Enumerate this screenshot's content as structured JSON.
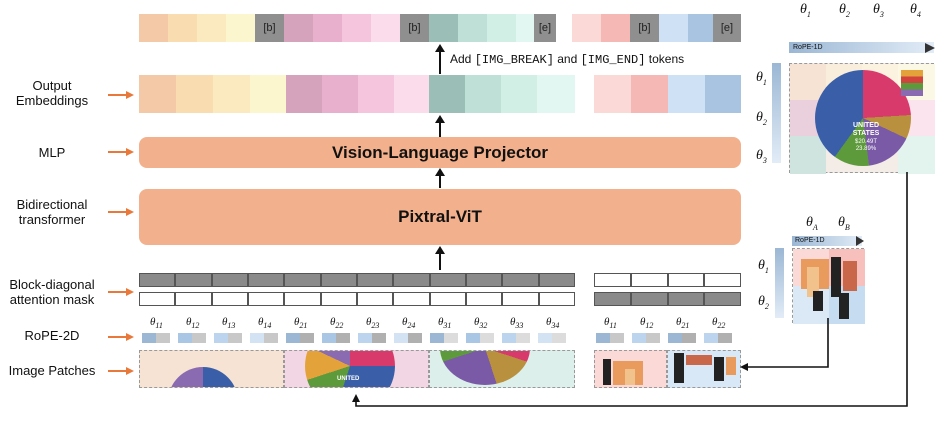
{
  "left_labels": {
    "output_embeddings": "Output\nEmbeddings",
    "mlp": "MLP",
    "bidirectional_transformer": "Bidirectional\ntransformer",
    "block_diagonal_mask": "Block-diagonal\nattention mask",
    "rope_2d": "RoPE-2D",
    "image_patches": "Image Patches"
  },
  "boxes": {
    "projector": "Vision-Language Projector",
    "vit": "Pixtral-ViT"
  },
  "tokens": {
    "break": "[b]",
    "end": "[e]"
  },
  "add_tokens_note": {
    "prefix": "Add ",
    "img_break": "[IMG_BREAK]",
    "and": " and ",
    "img_end": "[IMG_END]",
    "suffix": " tokens"
  },
  "rope_labels_image1": [
    "11",
    "12",
    "13",
    "14",
    "21",
    "22",
    "23",
    "24",
    "31",
    "32",
    "33",
    "34"
  ],
  "rope_labels_image2": [
    "11",
    "12",
    "21",
    "22"
  ],
  "right_panel_top": {
    "thetas": [
      "1",
      "2",
      "3",
      "4"
    ],
    "row_thetas": [
      "1",
      "2",
      "3"
    ],
    "rope_1d_label": "RoPE-1D",
    "pie_label_country": "UNITED\nSTATES",
    "pie_label_value": "$20.49T\n23.89%"
  },
  "right_panel_bottom": {
    "thetas": [
      "A",
      "B"
    ],
    "row_thetas": [
      "1",
      "2"
    ],
    "rope_1d_label": "RoPE-1D"
  },
  "colors": {
    "orange_arrow": "#e8793a",
    "box_fill": "#f2b08c",
    "mask_dark": "#8a8a8a",
    "token_gray": "#8f8f8f"
  }
}
